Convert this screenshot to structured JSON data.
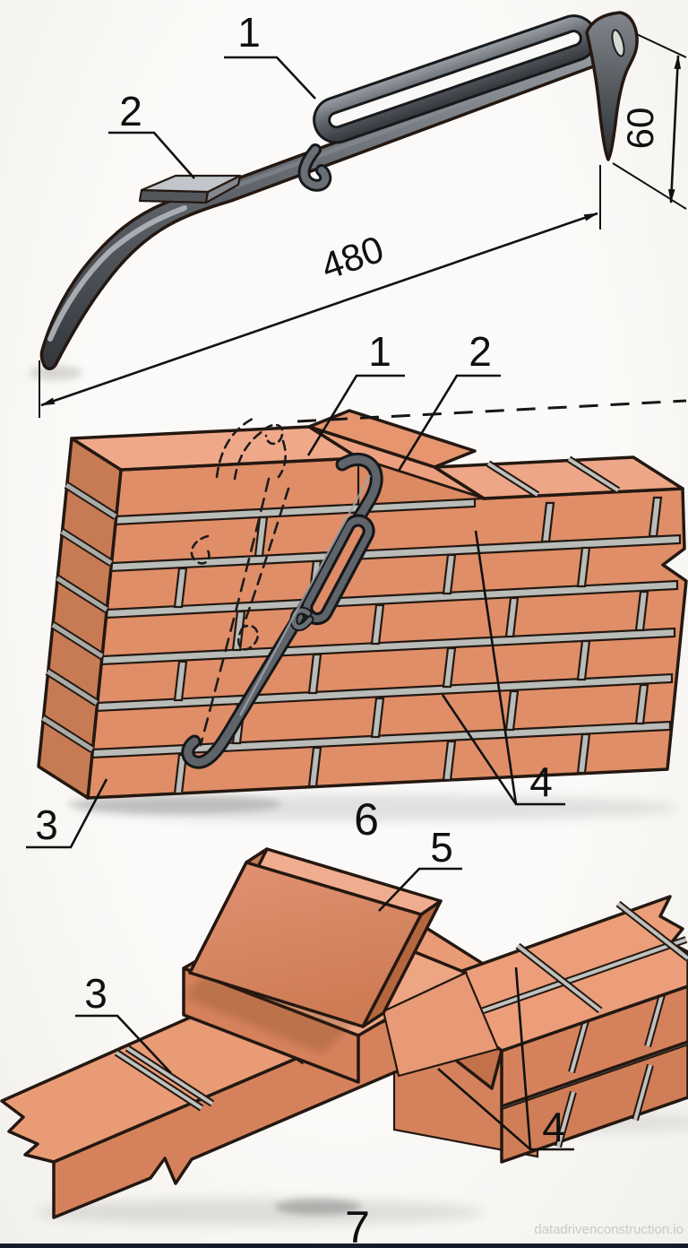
{
  "watermark": "datadrivenconstruction.io",
  "fig_tool": {
    "callouts": {
      "c1": "1",
      "c2": "2"
    },
    "dims": {
      "length": "480",
      "height": "60"
    }
  },
  "fig_wall_bracket": {
    "callouts": {
      "c1": "1",
      "c2": "2",
      "c3": "3",
      "c4": "4"
    },
    "caption": "6"
  },
  "fig_wall_marker": {
    "callouts": {
      "c3": "3",
      "c4": "4",
      "c5": "5"
    },
    "caption": "7"
  },
  "colors": {
    "brick_front": "#e08e68",
    "brick_top": "#efa98a",
    "brick_side": "#c77b54",
    "mortar": "#b9bcb8",
    "steel_dark": "#3c4044",
    "steel_light": "#9aa0a6",
    "outline": "#241811"
  }
}
